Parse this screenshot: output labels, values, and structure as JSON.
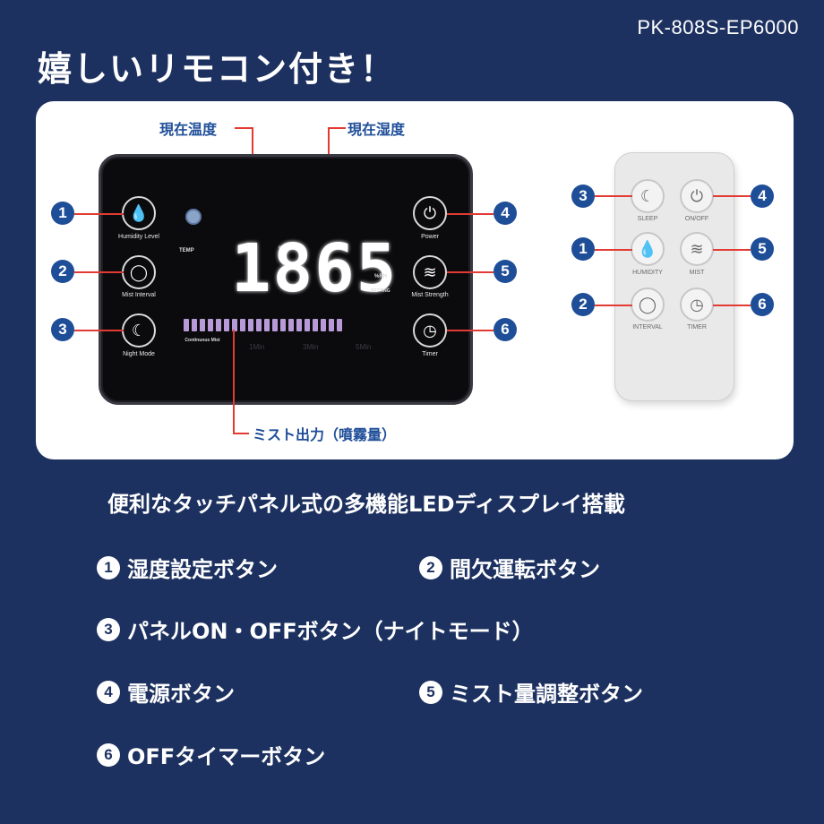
{
  "model_code": "PK-808S-EP6000",
  "headline": "嬉しいリモコン付き！",
  "callouts": {
    "top_left": "現在温度",
    "top_right": "現在湿度",
    "bottom": "ミスト出力（噴霧量）"
  },
  "panel": {
    "display_value": "1865",
    "unit_c": "°C",
    "temp_tag": "TEMP",
    "rh_tag": "%RH",
    "setting_tag": "SETTING",
    "continuous_label": "Continuous Mist",
    "mist_marks": [
      "1Min",
      "3Min",
      "5Min"
    ],
    "buttons": [
      {
        "num": "1",
        "label": "Humidity Level",
        "icon": "water-drop-icon"
      },
      {
        "num": "2",
        "label": "Mist Interval",
        "icon": "interval-icon"
      },
      {
        "num": "3",
        "label": "Night Mode",
        "icon": "moon-icon"
      },
      {
        "num": "4",
        "label": "Power",
        "icon": "power-icon"
      },
      {
        "num": "5",
        "label": "Mist Strength",
        "icon": "mist-icon"
      },
      {
        "num": "6",
        "label": "Timer",
        "icon": "timer-icon"
      }
    ]
  },
  "remote": {
    "buttons": [
      {
        "num": "3",
        "label": "SLEEP",
        "icon": "moon-icon"
      },
      {
        "num": "4",
        "label": "ON/OFF",
        "icon": "power-icon"
      },
      {
        "num": "1",
        "label": "HUMIDITY",
        "icon": "water-drop-icon"
      },
      {
        "num": "5",
        "label": "MIST",
        "icon": "mist-icon"
      },
      {
        "num": "2",
        "label": "INTERVAL",
        "icon": "interval-icon"
      },
      {
        "num": "6",
        "label": "TIMER",
        "icon": "timer-icon"
      }
    ]
  },
  "feature_title": "便利なタッチパネル式の多機能LEDディスプレイ搭載",
  "features": [
    {
      "num": "1",
      "text": "湿度設定ボタン"
    },
    {
      "num": "2",
      "text": "間欠運転ボタン"
    },
    {
      "num": "3",
      "text": "パネルON・OFFボタン（ナイトモード）"
    },
    {
      "num": "4",
      "text": "電源ボタン"
    },
    {
      "num": "5",
      "text": "ミスト量調整ボタン"
    },
    {
      "num": "6",
      "text": "OFFタイマーボタン"
    }
  ],
  "colors": {
    "background": "#1d3160",
    "badge": "#1f4e98",
    "callout_line": "#e23b33",
    "mist_bar": "#b89ad8"
  }
}
